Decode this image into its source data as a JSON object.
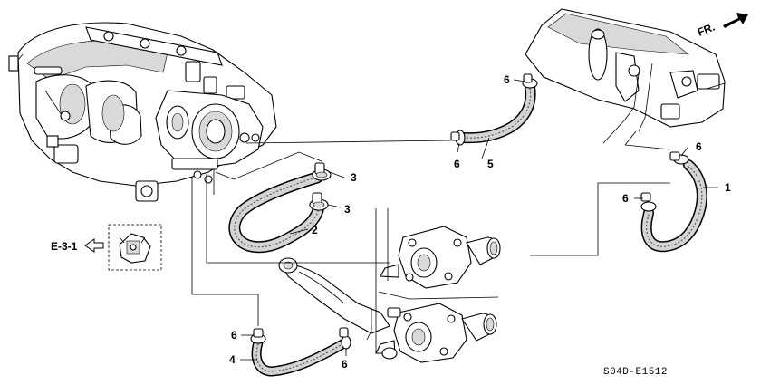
{
  "diagram_code": "S04D-E1512",
  "direction_label": "FR.",
  "reference_label": "E-3-1",
  "callouts": {
    "c1": "1",
    "c2": "2",
    "c3a": "3",
    "c3b": "3",
    "c4": "4",
    "c5": "5",
    "c6a": "6",
    "c6b": "6",
    "c6c": "6",
    "c6d": "6",
    "c6e": "6",
    "c6f": "6"
  }
}
